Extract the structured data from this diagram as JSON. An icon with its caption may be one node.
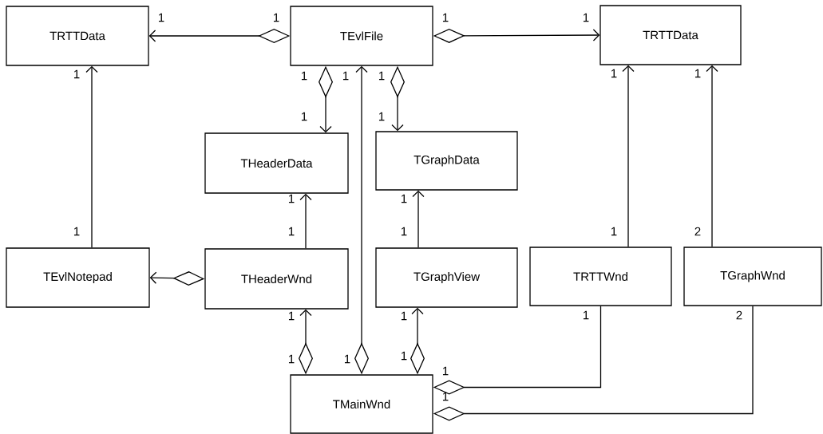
{
  "diagram": {
    "nodes": [
      {
        "text": [
          "TRTTData"
        ]
      },
      {
        "text": [
          "TEvlFile"
        ]
      },
      {
        "text": [
          "TRTTData"
        ]
      },
      {
        "text": [
          "THeaderData"
        ]
      },
      {
        "text": [
          "TGraphData"
        ]
      },
      {
        "text": [
          "TEvlNotepad"
        ]
      },
      {
        "text": [
          "THeaderWnd"
        ]
      },
      {
        "text": [
          "TGraphView"
        ]
      },
      {
        "text": [
          "TRTTWnd"
        ]
      },
      {
        "text": [
          "TGraphWnd"
        ]
      },
      {
        "text": [
          "TMainWnd"
        ]
      }
    ],
    "edges": [
      {
        "from": 1,
        "to": 0,
        "arrow": "to"
      },
      {
        "from": 1,
        "to": 2,
        "arrow": "to"
      },
      {
        "from": 1,
        "to": 3,
        "arrow": "to"
      },
      {
        "from": 1,
        "to": 4,
        "arrow": "to"
      },
      {
        "from": 5,
        "to": 0,
        "arrow": "to"
      },
      {
        "from": 6,
        "to": 3,
        "arrow": "to"
      },
      {
        "from": 6,
        "to": 5,
        "arrow": "to"
      },
      {
        "from": 7,
        "to": 4,
        "arrow": "to"
      },
      {
        "from": 8,
        "to": 2,
        "arrow": "to"
      },
      {
        "from": 9,
        "to": 2,
        "arrow": "to"
      },
      {
        "from": 10,
        "to": 6,
        "arrow": "to"
      },
      {
        "from": 10,
        "to": 1,
        "arrow": "to"
      },
      {
        "from": 10,
        "to": 7,
        "arrow": "to"
      },
      {
        "from": 10,
        "to": 8,
        "arrow": "other"
      },
      {
        "from": 10,
        "to": 9,
        "arrow": "other"
      }
    ],
    "labels": [
      "1",
      "1",
      "1",
      "1",
      "1",
      "1",
      "1",
      "1",
      "1",
      "1",
      "1",
      "1",
      "1",
      "1",
      "1",
      "1",
      "1",
      "1",
      "2",
      "1",
      "1",
      "1",
      "2",
      "1",
      "1",
      "1",
      "1",
      "1"
    ]
  }
}
